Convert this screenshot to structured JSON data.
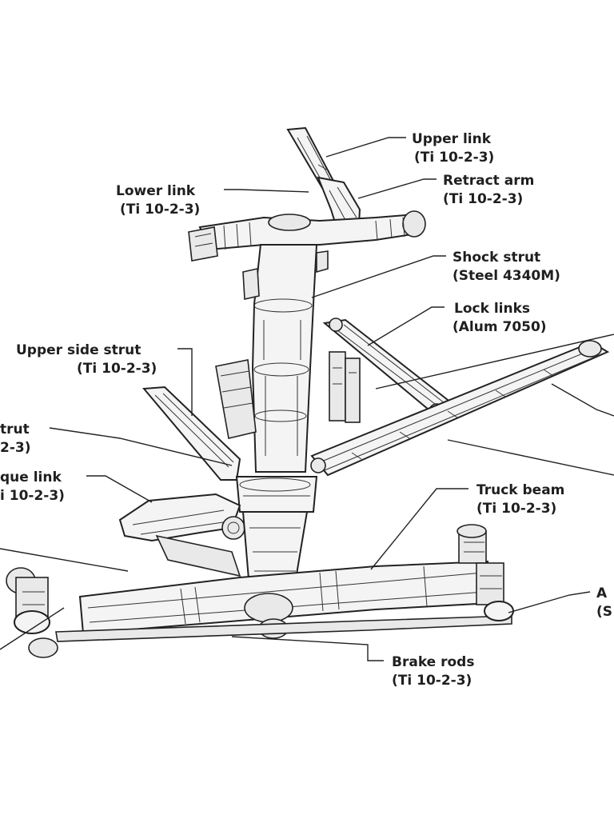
{
  "labels": {
    "upper_link": {
      "name": "Upper link",
      "material": "(Ti 10-2-3)"
    },
    "retract_arm": {
      "name": "Retract arm",
      "material": "(Ti 10-2-3)"
    },
    "lower_link": {
      "name": "Lower link",
      "material": "(Ti 10-2-3)"
    },
    "shock_strut": {
      "name": "Shock strut",
      "material": "(Steel 4340M)"
    },
    "lock_links": {
      "name": "Lock links",
      "material": "(Alum 7050)"
    },
    "upper_side_strut": {
      "name": "Upper side strut",
      "material": "(Ti 10-2-3)"
    },
    "side_strut_cut": {
      "name": "trut",
      "material": "2-3)"
    },
    "torque_link_cut": {
      "name": "que link",
      "material": "i 10-2-3)"
    },
    "truck_beam": {
      "name": "Truck beam",
      "material": "(Ti 10-2-3)"
    },
    "axle_cut": {
      "name": "A",
      "material": "(S"
    },
    "brake_rods": {
      "name": "Brake rods",
      "material": "(Ti 10-2-3)"
    }
  }
}
